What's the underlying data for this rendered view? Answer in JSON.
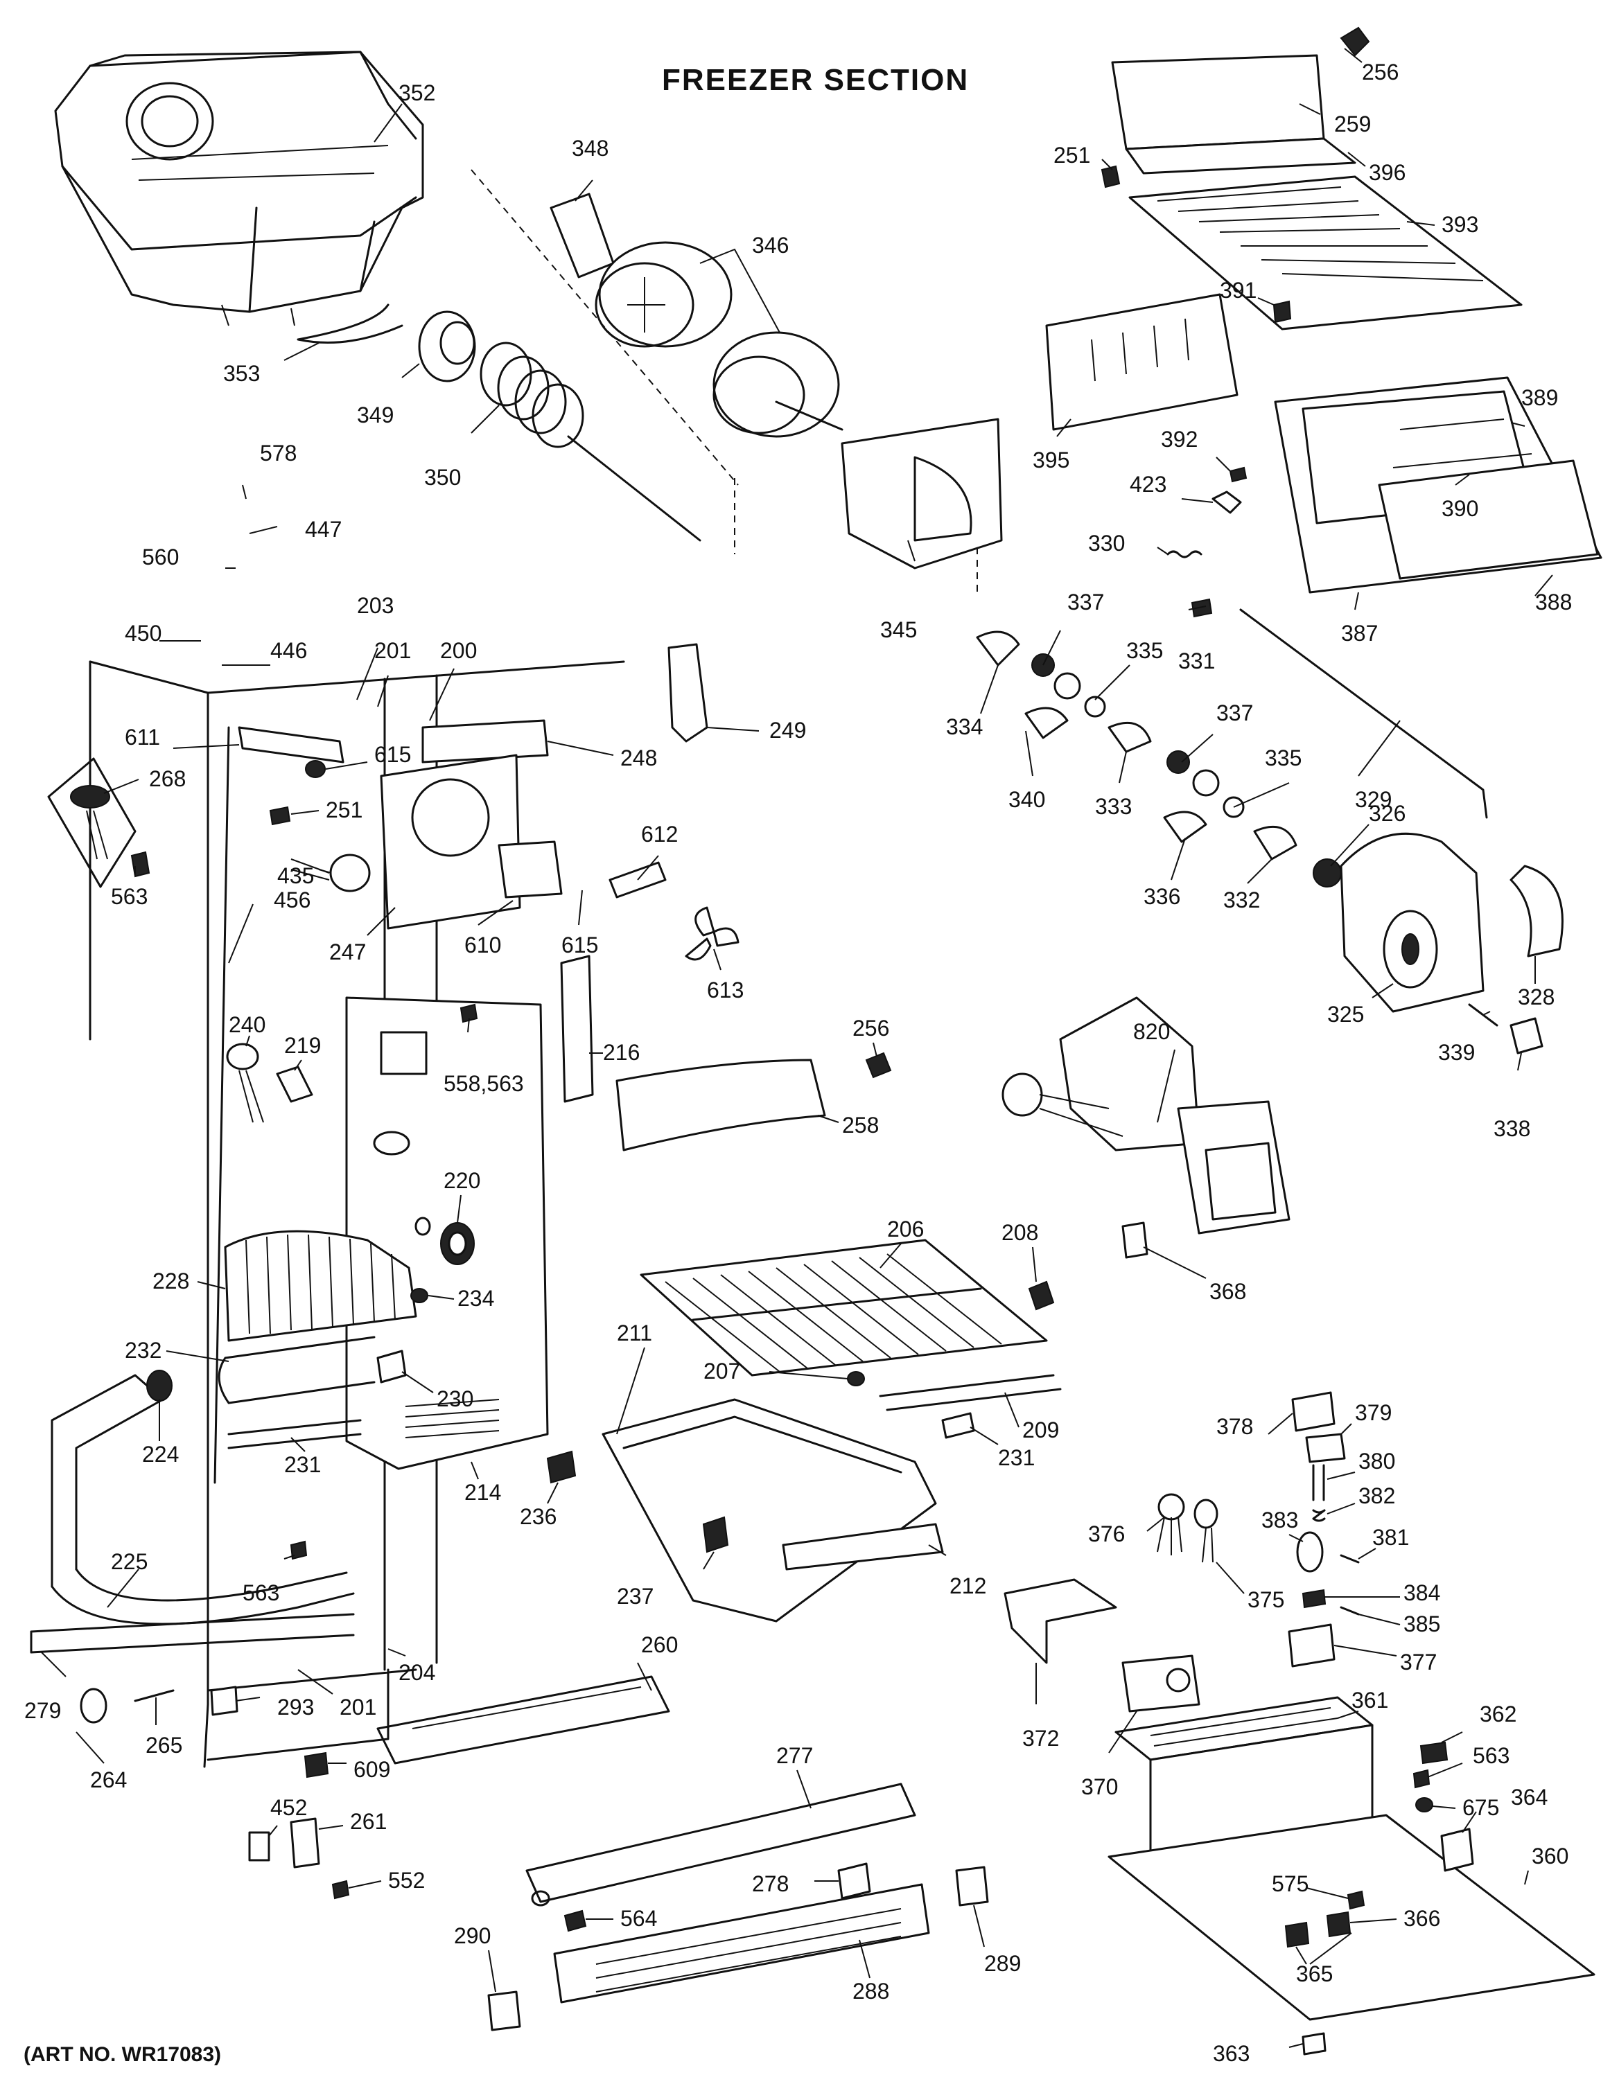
{
  "title": "FREEZER SECTION",
  "art_number": "(ART NO. WR17083)",
  "callouts": [
    {
      "id": "c256a",
      "label": "256"
    },
    {
      "id": "c259",
      "label": "259"
    },
    {
      "id": "c396",
      "label": "396"
    },
    {
      "id": "c251a",
      "label": "251"
    },
    {
      "id": "c393",
      "label": "393"
    },
    {
      "id": "c352",
      "label": "352"
    },
    {
      "id": "c348",
      "label": "348"
    },
    {
      "id": "c346",
      "label": "346"
    },
    {
      "id": "c353",
      "label": "353"
    },
    {
      "id": "c349",
      "label": "349"
    },
    {
      "id": "c350",
      "label": "350"
    },
    {
      "id": "c391",
      "label": "391"
    },
    {
      "id": "c389",
      "label": "389"
    },
    {
      "id": "c395",
      "label": "395"
    },
    {
      "id": "c392",
      "label": "392"
    },
    {
      "id": "c423",
      "label": "423"
    },
    {
      "id": "c390",
      "label": "390"
    },
    {
      "id": "c578",
      "label": "578"
    },
    {
      "id": "c447",
      "label": "447"
    },
    {
      "id": "c560",
      "label": "560"
    },
    {
      "id": "c345",
      "label": "345"
    },
    {
      "id": "c330",
      "label": "330"
    },
    {
      "id": "c388",
      "label": "388"
    },
    {
      "id": "c387",
      "label": "387"
    },
    {
      "id": "c450",
      "label": "450"
    },
    {
      "id": "c446",
      "label": "446"
    },
    {
      "id": "c203",
      "label": "203"
    },
    {
      "id": "c201a",
      "label": "201"
    },
    {
      "id": "c200",
      "label": "200"
    },
    {
      "id": "c337a",
      "label": "337"
    },
    {
      "id": "c335a",
      "label": "335"
    },
    {
      "id": "c331",
      "label": "331"
    },
    {
      "id": "c249",
      "label": "249"
    },
    {
      "id": "c334",
      "label": "334"
    },
    {
      "id": "c611",
      "label": "611"
    },
    {
      "id": "c615a",
      "label": "615"
    },
    {
      "id": "c248",
      "label": "248"
    },
    {
      "id": "c268",
      "label": "268"
    },
    {
      "id": "c251b",
      "label": "251"
    },
    {
      "id": "c337b",
      "label": "337"
    },
    {
      "id": "c340",
      "label": "340"
    },
    {
      "id": "c333",
      "label": "333"
    },
    {
      "id": "c329",
      "label": "329"
    },
    {
      "id": "c335b",
      "label": "335"
    },
    {
      "id": "c612",
      "label": "612"
    },
    {
      "id": "c326",
      "label": "326"
    },
    {
      "id": "c435",
      "label": "435"
    },
    {
      "id": "c456",
      "label": "456"
    },
    {
      "id": "c563a",
      "label": "563"
    },
    {
      "id": "c247",
      "label": "247"
    },
    {
      "id": "c610",
      "label": "610"
    },
    {
      "id": "c615b",
      "label": "615"
    },
    {
      "id": "c613",
      "label": "613"
    },
    {
      "id": "c336",
      "label": "336"
    },
    {
      "id": "c332",
      "label": "332"
    },
    {
      "id": "c325",
      "label": "325"
    },
    {
      "id": "c328",
      "label": "328"
    },
    {
      "id": "c240",
      "label": "240"
    },
    {
      "id": "c219",
      "label": "219"
    },
    {
      "id": "c558",
      "label": "558,563"
    },
    {
      "id": "c216",
      "label": "216"
    },
    {
      "id": "c256b",
      "label": "256"
    },
    {
      "id": "c820",
      "label": "820"
    },
    {
      "id": "c339",
      "label": "339"
    },
    {
      "id": "c258",
      "label": "258"
    },
    {
      "id": "c338",
      "label": "338"
    },
    {
      "id": "c220",
      "label": "220"
    },
    {
      "id": "c206",
      "label": "206"
    },
    {
      "id": "c208",
      "label": "208"
    },
    {
      "id": "c228",
      "label": "228"
    },
    {
      "id": "c234",
      "label": "234"
    },
    {
      "id": "c368",
      "label": "368"
    },
    {
      "id": "c232",
      "label": "232"
    },
    {
      "id": "c211",
      "label": "211"
    },
    {
      "id": "c207",
      "label": "207"
    },
    {
      "id": "c230",
      "label": "230"
    },
    {
      "id": "c209",
      "label": "209"
    },
    {
      "id": "c378",
      "label": "378"
    },
    {
      "id": "c379",
      "label": "379"
    },
    {
      "id": "c224",
      "label": "224"
    },
    {
      "id": "c231a",
      "label": "231"
    },
    {
      "id": "c214",
      "label": "214"
    },
    {
      "id": "c231b",
      "label": "231"
    },
    {
      "id": "c380",
      "label": "380"
    },
    {
      "id": "c382",
      "label": "382"
    },
    {
      "id": "c236",
      "label": "236"
    },
    {
      "id": "c376",
      "label": "376"
    },
    {
      "id": "c383",
      "label": "383"
    },
    {
      "id": "c381",
      "label": "381"
    },
    {
      "id": "c225",
      "label": "225"
    },
    {
      "id": "c375",
      "label": "375"
    },
    {
      "id": "c563b",
      "label": "563"
    },
    {
      "id": "c237",
      "label": "237"
    },
    {
      "id": "c212",
      "label": "212"
    },
    {
      "id": "c384",
      "label": "384"
    },
    {
      "id": "c385",
      "label": "385"
    },
    {
      "id": "c260",
      "label": "260"
    },
    {
      "id": "c204",
      "label": "204"
    },
    {
      "id": "c377",
      "label": "377"
    },
    {
      "id": "c279",
      "label": "279"
    },
    {
      "id": "c201b",
      "label": "201"
    },
    {
      "id": "c293",
      "label": "293"
    },
    {
      "id": "c361",
      "label": "361"
    },
    {
      "id": "c362",
      "label": "362"
    },
    {
      "id": "c372",
      "label": "372"
    },
    {
      "id": "c265",
      "label": "265"
    },
    {
      "id": "c277",
      "label": "277"
    },
    {
      "id": "c563c",
      "label": "563"
    },
    {
      "id": "c264",
      "label": "264"
    },
    {
      "id": "c609",
      "label": "609"
    },
    {
      "id": "c370",
      "label": "370"
    },
    {
      "id": "c675",
      "label": "675"
    },
    {
      "id": "c364",
      "label": "364"
    },
    {
      "id": "c452",
      "label": "452"
    },
    {
      "id": "c261",
      "label": "261"
    },
    {
      "id": "c360",
      "label": "360"
    },
    {
      "id": "c552",
      "label": "552"
    },
    {
      "id": "c278",
      "label": "278"
    },
    {
      "id": "c575",
      "label": "575"
    },
    {
      "id": "c366",
      "label": "366"
    },
    {
      "id": "c564",
      "label": "564"
    },
    {
      "id": "c290",
      "label": "290"
    },
    {
      "id": "c289",
      "label": "289"
    },
    {
      "id": "c365",
      "label": "365"
    },
    {
      "id": "c288",
      "label": "288"
    },
    {
      "id": "c363",
      "label": "363"
    }
  ]
}
